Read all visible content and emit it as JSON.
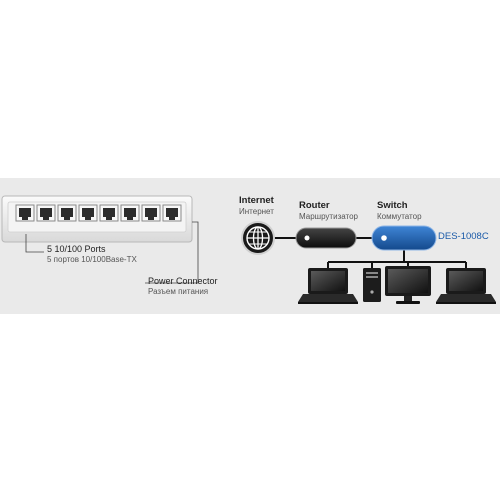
{
  "switch_front": {
    "ports_en": "5 10/100 Ports",
    "ports_ru": "5 портов 10/100Base-TX",
    "power_en": "Power Connector",
    "power_ru": "Разъем питания"
  },
  "topology": {
    "internet_en": "Internet",
    "internet_ru": "Интернет",
    "router_en": "Router",
    "router_ru": "Маршрутизатор",
    "switch_en": "Switch",
    "switch_ru": "Коммутатор",
    "model": "DES-1008C"
  },
  "colors": {
    "band": "#eaeaea",
    "router_body": "#1b1b1b",
    "switch_body": "#1d5fae",
    "model_text": "#1a5aa8"
  },
  "icons": [
    "globe-icon",
    "router-icon",
    "switch-icon",
    "laptop-icon",
    "desktop-computer-icon",
    "monitor-icon",
    "laptop-icon"
  ]
}
